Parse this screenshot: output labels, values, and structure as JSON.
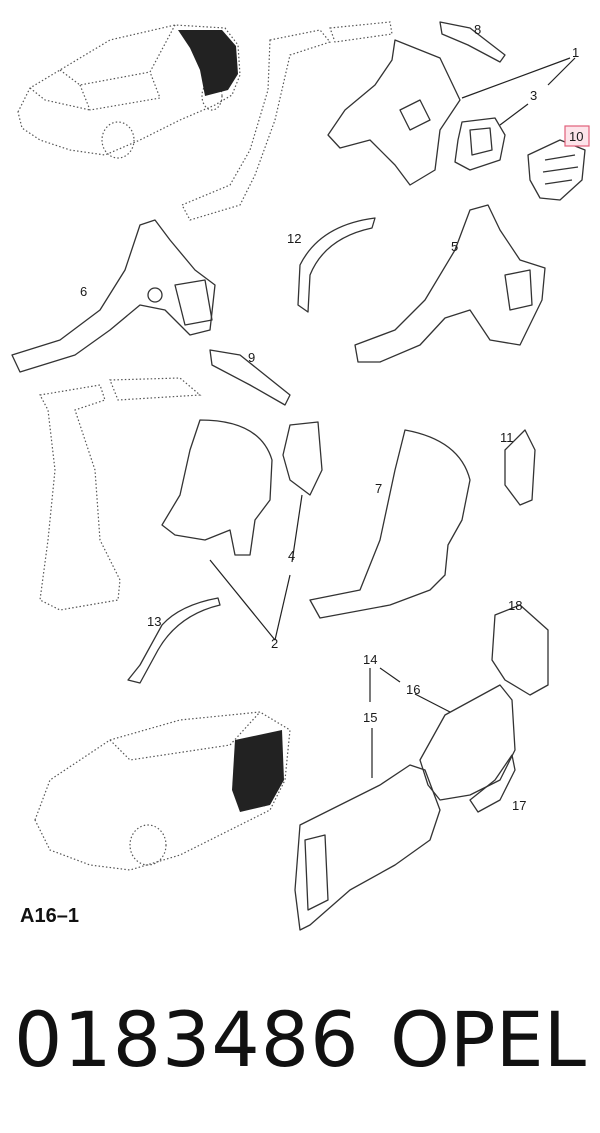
{
  "diagram": {
    "sheet_code": "A16–1",
    "callouts": [
      {
        "id": "c1",
        "text": "1"
      },
      {
        "id": "c2",
        "text": "2"
      },
      {
        "id": "c3",
        "text": "3"
      },
      {
        "id": "c4",
        "text": "4"
      },
      {
        "id": "c5",
        "text": "5"
      },
      {
        "id": "c6",
        "text": "6"
      },
      {
        "id": "c7",
        "text": "7"
      },
      {
        "id": "c8",
        "text": "8"
      },
      {
        "id": "c9",
        "text": "9"
      },
      {
        "id": "c10",
        "text": "10",
        "highlighted": true
      },
      {
        "id": "c11",
        "text": "11"
      },
      {
        "id": "c12",
        "text": "12"
      },
      {
        "id": "c13",
        "text": "13"
      },
      {
        "id": "c14",
        "text": "14"
      },
      {
        "id": "c15",
        "text": "15"
      },
      {
        "id": "c16",
        "text": "16"
      },
      {
        "id": "c17",
        "text": "17"
      },
      {
        "id": "c18",
        "text": "18"
      }
    ],
    "highlight_color": "#e0607a"
  },
  "footer": {
    "part_number": "0183486",
    "brand": "OPEL"
  }
}
